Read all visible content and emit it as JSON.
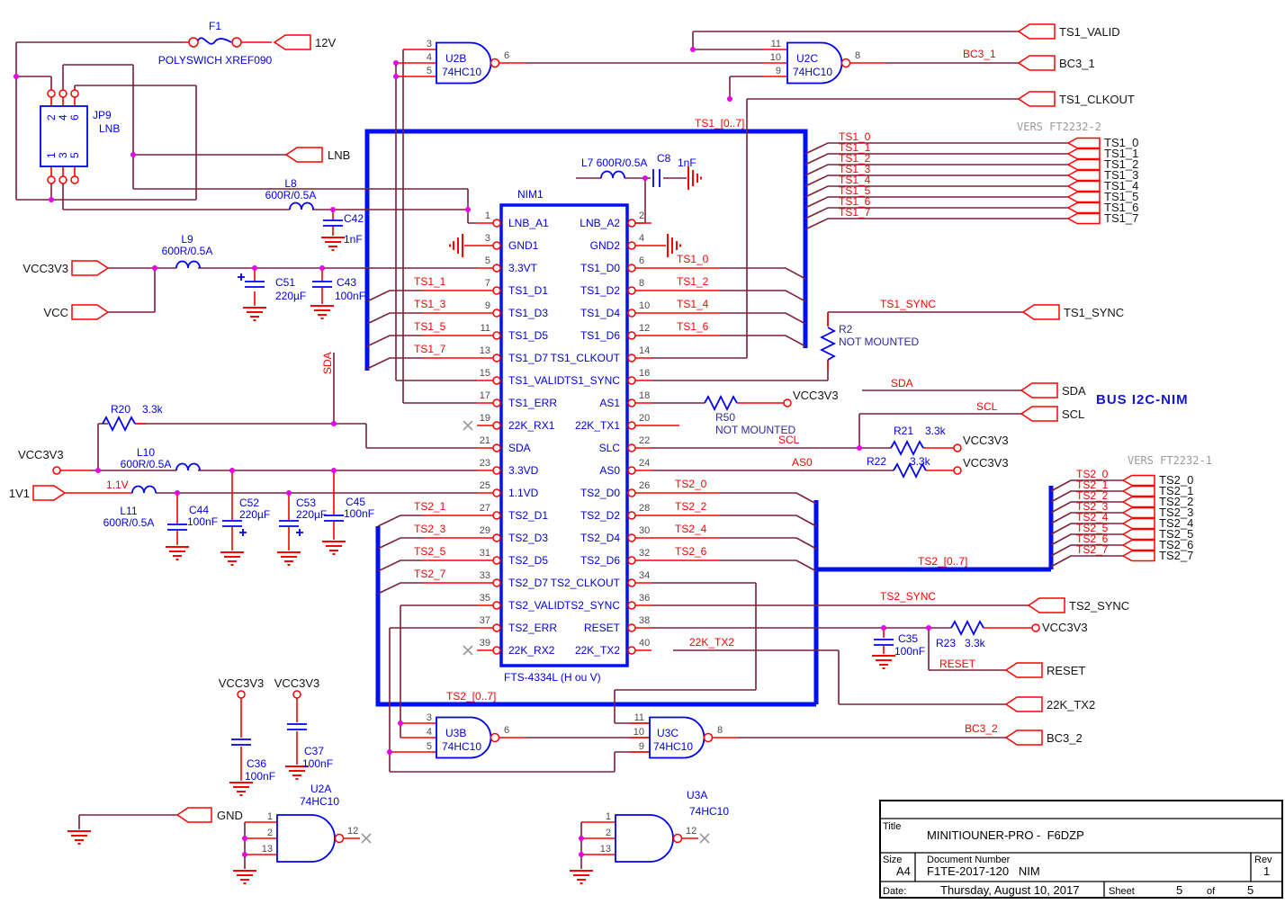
{
  "ic": {
    "ref": "NIM1",
    "value": "FTS-4334L (H ou V)",
    "left_pins": [
      {
        "n": "1",
        "name": "LNB_A1"
      },
      {
        "n": "3",
        "name": "GND1"
      },
      {
        "n": "5",
        "name": "3.3VT"
      },
      {
        "n": "7",
        "name": "TS1_D1"
      },
      {
        "n": "9",
        "name": "TS1_D3"
      },
      {
        "n": "11",
        "name": "TS1_D5"
      },
      {
        "n": "13",
        "name": "TS1_D7"
      },
      {
        "n": "15",
        "name": "TS1_VALID"
      },
      {
        "n": "17",
        "name": "TS1_ERR"
      },
      {
        "n": "19",
        "name": "22K_RX1"
      },
      {
        "n": "21",
        "name": "SDA"
      },
      {
        "n": "23",
        "name": "3.3VD"
      },
      {
        "n": "25",
        "name": "1.1VD"
      },
      {
        "n": "27",
        "name": "TS2_D1"
      },
      {
        "n": "29",
        "name": "TS2_D3"
      },
      {
        "n": "31",
        "name": "TS2_D5"
      },
      {
        "n": "33",
        "name": "TS2_D7"
      },
      {
        "n": "35",
        "name": "TS2_VALID"
      },
      {
        "n": "37",
        "name": "TS2_ERR"
      },
      {
        "n": "39",
        "name": "22K_RX2"
      }
    ],
    "right_pins": [
      {
        "n": "2",
        "name": "LNB_A2"
      },
      {
        "n": "4",
        "name": "GND2"
      },
      {
        "n": "6",
        "name": "TS1_D0"
      },
      {
        "n": "8",
        "name": "TS1_D2"
      },
      {
        "n": "10",
        "name": "TS1_D4"
      },
      {
        "n": "12",
        "name": "TS1_D6"
      },
      {
        "n": "14",
        "name": "TS1_CLKOUT"
      },
      {
        "n": "16",
        "name": "TS1_SYNC"
      },
      {
        "n": "18",
        "name": "AS1"
      },
      {
        "n": "20",
        "name": "22K_TX1"
      },
      {
        "n": "22",
        "name": "SLC"
      },
      {
        "n": "24",
        "name": "AS0"
      },
      {
        "n": "26",
        "name": "TS2_D0"
      },
      {
        "n": "28",
        "name": "TS2_D2"
      },
      {
        "n": "30",
        "name": "TS2_D4"
      },
      {
        "n": "32",
        "name": "TS2_D6"
      },
      {
        "n": "34",
        "name": "TS2_CLKOUT"
      },
      {
        "n": "36",
        "name": "TS2_SYNC"
      },
      {
        "n": "38",
        "name": "RESET"
      },
      {
        "n": "40",
        "name": "22K_TX2"
      }
    ]
  },
  "jp9": {
    "ref": "JP9",
    "value": "LNB",
    "top": [
      "2",
      "4",
      "6"
    ],
    "bottom": [
      "1",
      "3",
      "5"
    ]
  },
  "gates": {
    "u2b": {
      "ref": "U2B",
      "value": "74HC10",
      "in": [
        "3",
        "4",
        "5"
      ],
      "out": "6"
    },
    "u2c": {
      "ref": "U2C",
      "value": "74HC10",
      "in": [
        "11",
        "10",
        "9"
      ],
      "out": "8"
    },
    "u3b": {
      "ref": "U3B",
      "value": "74HC10",
      "in": [
        "3",
        "4",
        "5"
      ],
      "out": "6"
    },
    "u3c": {
      "ref": "U3C",
      "value": "74HC10",
      "in": [
        "11",
        "10",
        "9"
      ],
      "out": "8"
    },
    "u2a": {
      "ref": "U2A",
      "value": "74HC10",
      "in": [
        "1",
        "2",
        "13"
      ],
      "out": "12"
    },
    "u3a": {
      "ref": "U3A",
      "value": "74HC10",
      "in": [
        "1",
        "2",
        "13"
      ],
      "out": "12"
    }
  },
  "parts": {
    "f1": {
      "ref": "F1",
      "value": "POLYSWICH XREF090"
    },
    "l7": {
      "label": "L7 600R/0.5A"
    },
    "l8": {
      "ref": "L8",
      "value": "600R/0.5A"
    },
    "l9": {
      "ref": "L9",
      "value": "600R/0.5A"
    },
    "l10": {
      "ref": "L10",
      "value": "600R/0.5A"
    },
    "l11": {
      "ref": "L11",
      "value": "600R/0.5A"
    },
    "c8": {
      "ref": "C8",
      "value": "1nF"
    },
    "c42": {
      "ref": "C42",
      "value": "1nF"
    },
    "c43": {
      "ref": "C43",
      "value": "100nF"
    },
    "c51": {
      "ref": "C51",
      "value": "220µF"
    },
    "c44": {
      "ref": "C44",
      "value": "100nF"
    },
    "c52": {
      "ref": "C52",
      "value": "220µF"
    },
    "c53": {
      "ref": "C53",
      "value": "220µF"
    },
    "c45": {
      "ref": "C45",
      "value": "100nF"
    },
    "c35": {
      "ref": "C35",
      "value": "100nF"
    },
    "c36": {
      "ref": "C36",
      "value": "100nF"
    },
    "c37": {
      "ref": "C37",
      "value": "100nF"
    },
    "r2": {
      "ref": "R2",
      "value": "NOT MOUNTED"
    },
    "r50": {
      "ref": "R50",
      "value": "NOT MOUNTED"
    },
    "r20": {
      "ref": "R20",
      "value": "3.3k"
    },
    "r21": {
      "ref": "R21",
      "value": "3.3k"
    },
    "r22": {
      "ref": "R22",
      "value": "3.3k"
    },
    "r23": {
      "ref": "R23",
      "value": "3.3k"
    }
  },
  "connectors": {
    "v12": "12V",
    "lnb": "LNB",
    "vcc3v3": "VCC3V3",
    "vcc": "VCC",
    "v1v1": "1V1",
    "gnd": "GND",
    "ts1_valid": "TS1_VALID",
    "bc3_1": "BC3_1",
    "ts1_clkout": "TS1_CLKOUT",
    "ts1_sync": "TS1_SYNC",
    "sda": "SDA",
    "scl": "SCL",
    "ts2_sync": "TS2_SYNC",
    "reset": "RESET",
    "k22_tx2": "22K_TX2",
    "bc3_2": "BC3_2"
  },
  "supply": {
    "vcc3v3": "VCC3V3"
  },
  "nets": {
    "ts1_bus": "TS1_[0..7]",
    "ts2_bus": "TS2_[0..7]",
    "bc3_1": "BC3_1",
    "bc3_2": "BC3_2",
    "ts1_sync": "TS1_SYNC",
    "ts2_sync": "TS2_SYNC",
    "sda": "SDA",
    "scl": "SCL",
    "scl_pin": "SCL",
    "as0": "AS0",
    "sda_vert": "SDA",
    "v1_1": "1.1V",
    "reset": "RESET",
    "k22_tx2": "22K_TX2",
    "bus_i2c": "BUS I2C-NIM",
    "vers_ft2232_2": "VERS FT2232-2",
    "vers_ft2232_1": "VERS FT2232-1"
  },
  "stacks": {
    "ts1": [
      "TS1_0",
      "TS1_1",
      "TS1_2",
      "TS1_3",
      "TS1_4",
      "TS1_5",
      "TS1_6",
      "TS1_7"
    ],
    "ts2": [
      "TS2_0",
      "TS2_1",
      "TS2_2",
      "TS2_3",
      "TS2_4",
      "TS2_5",
      "TS2_6",
      "TS2_7"
    ],
    "ts1_odd": [
      "TS1_1",
      "TS1_3",
      "TS1_5",
      "TS1_7"
    ],
    "ts1_even": [
      "TS1_0",
      "TS1_2",
      "TS1_4",
      "TS1_6"
    ],
    "ts2_odd": [
      "TS2_1",
      "TS2_3",
      "TS2_5",
      "TS2_7"
    ],
    "ts2_even": [
      "TS2_0",
      "TS2_2",
      "TS2_4",
      "TS2_6"
    ]
  },
  "title_block": {
    "title_label": "Title",
    "title": "MINITIOUNER-PRO -  F6DZP",
    "size_label": "Size",
    "size": "A4",
    "doc_label": "Document Number",
    "doc": "F1TE-2017-120   NIM",
    "rev_label": "Rev",
    "rev": "1",
    "date_label": "Date:",
    "date": "Thursday, August 10, 2017",
    "sheet_label": "Sheet",
    "sheet": "5",
    "of_label": "of",
    "total": "5"
  }
}
